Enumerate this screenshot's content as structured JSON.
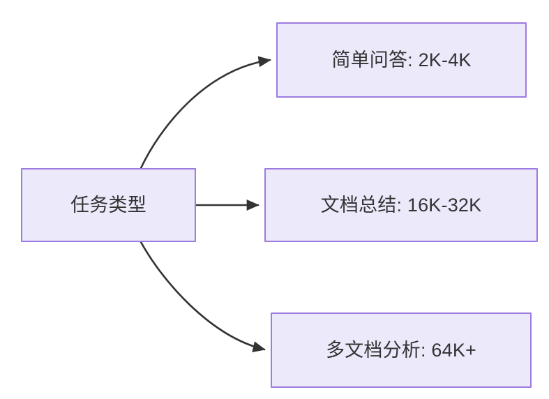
{
  "diagram": {
    "type": "flowchart",
    "direction": "left-to-right",
    "background_color": "#FFFFFF",
    "node_fill_color": "#ECE9FB",
    "node_border_color": "#9D7BE0",
    "node_text_color": "#333333",
    "edge_color": "#333333",
    "nodes": [
      {
        "id": "root",
        "label": "任务类型"
      },
      {
        "id": "simple_qa",
        "label": "简单问答: 2K-4K"
      },
      {
        "id": "doc_sum",
        "label": "文档总结: 16K-32K"
      },
      {
        "id": "multi_doc",
        "label": "多文档分析: 64K+"
      }
    ],
    "edges": [
      {
        "id": "edge-root-simple-qa",
        "from": "root",
        "to": "simple_qa",
        "style": "curved",
        "arrowhead": "solid-triangle",
        "label": ""
      },
      {
        "id": "edge-root-doc-sum",
        "from": "root",
        "to": "doc_sum",
        "style": "straight",
        "arrowhead": "solid-triangle",
        "label": ""
      },
      {
        "id": "edge-root-multi-doc",
        "from": "root",
        "to": "multi_doc",
        "style": "curved",
        "arrowhead": "solid-triangle",
        "label": ""
      }
    ]
  }
}
